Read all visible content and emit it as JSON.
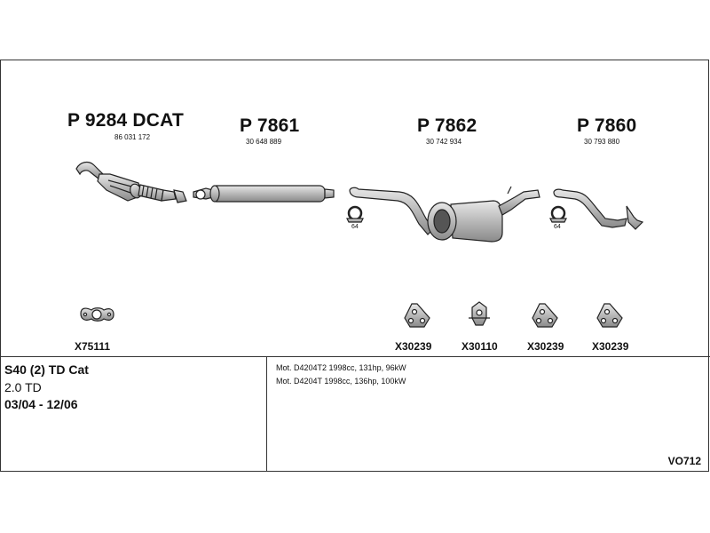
{
  "parts": [
    {
      "code": "P 9284 DCAT",
      "ref": "86 031 172"
    },
    {
      "code": "P 7861",
      "ref": "30 648 889"
    },
    {
      "code": "P 7862",
      "ref": "30 742 934"
    },
    {
      "code": "P 7860",
      "ref": "30 793 880"
    }
  ],
  "clamp_labels": [
    "64",
    "64"
  ],
  "accessories": [
    "X75111",
    "X30239",
    "X30110",
    "X30239",
    "X30239"
  ],
  "vehicle": {
    "model": "S40 (2) TD Cat",
    "engine_size": "2.0 TD",
    "years": "03/04 - 12/06"
  },
  "engines": [
    "Mot. D4204T2 1998cc, 131hp, 96kW",
    "Mot. D4204T 1998cc, 136hp, 100kW"
  ],
  "diagram_code": "VO712"
}
